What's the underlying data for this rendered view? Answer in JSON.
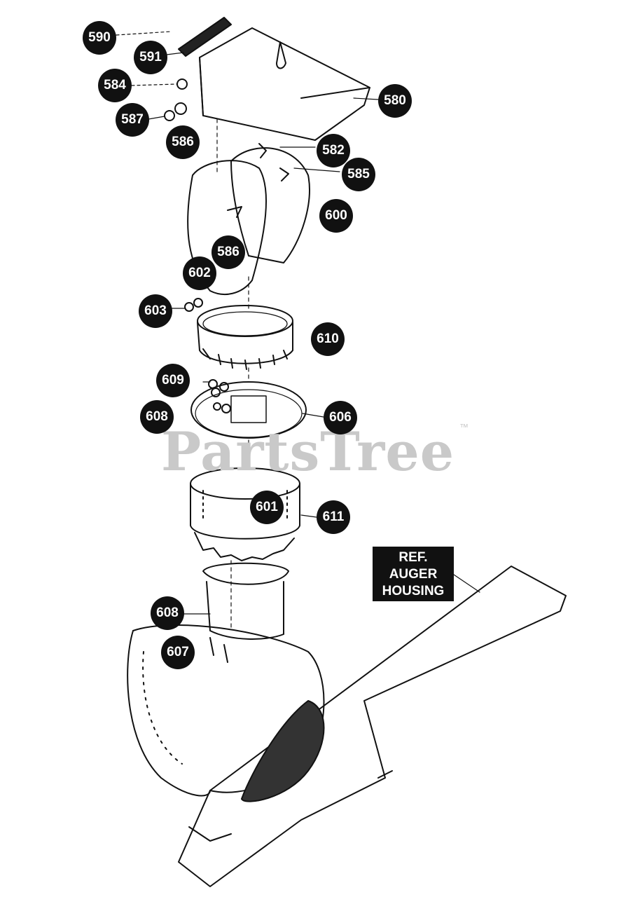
{
  "callouts": {
    "c590": "590",
    "c591": "591",
    "c584": "584",
    "c587": "587",
    "c586a": "586",
    "c580": "580",
    "c582": "582",
    "c585": "585",
    "c600": "600",
    "c586b": "586",
    "c602": "602",
    "c603": "603",
    "c610": "610",
    "c609": "609",
    "c608a": "608",
    "c606": "606",
    "c601": "601",
    "c611": "611",
    "c608b": "608",
    "c607": "607"
  },
  "reference_label": {
    "line1": "REF.",
    "line2": "AUGER",
    "line3": "HOUSING"
  },
  "watermark": {
    "text": "PartsTree",
    "trademark": "™"
  },
  "colors": {
    "ink": "#111111",
    "paper": "#ffffff",
    "watermark": "#c9c9c9"
  }
}
